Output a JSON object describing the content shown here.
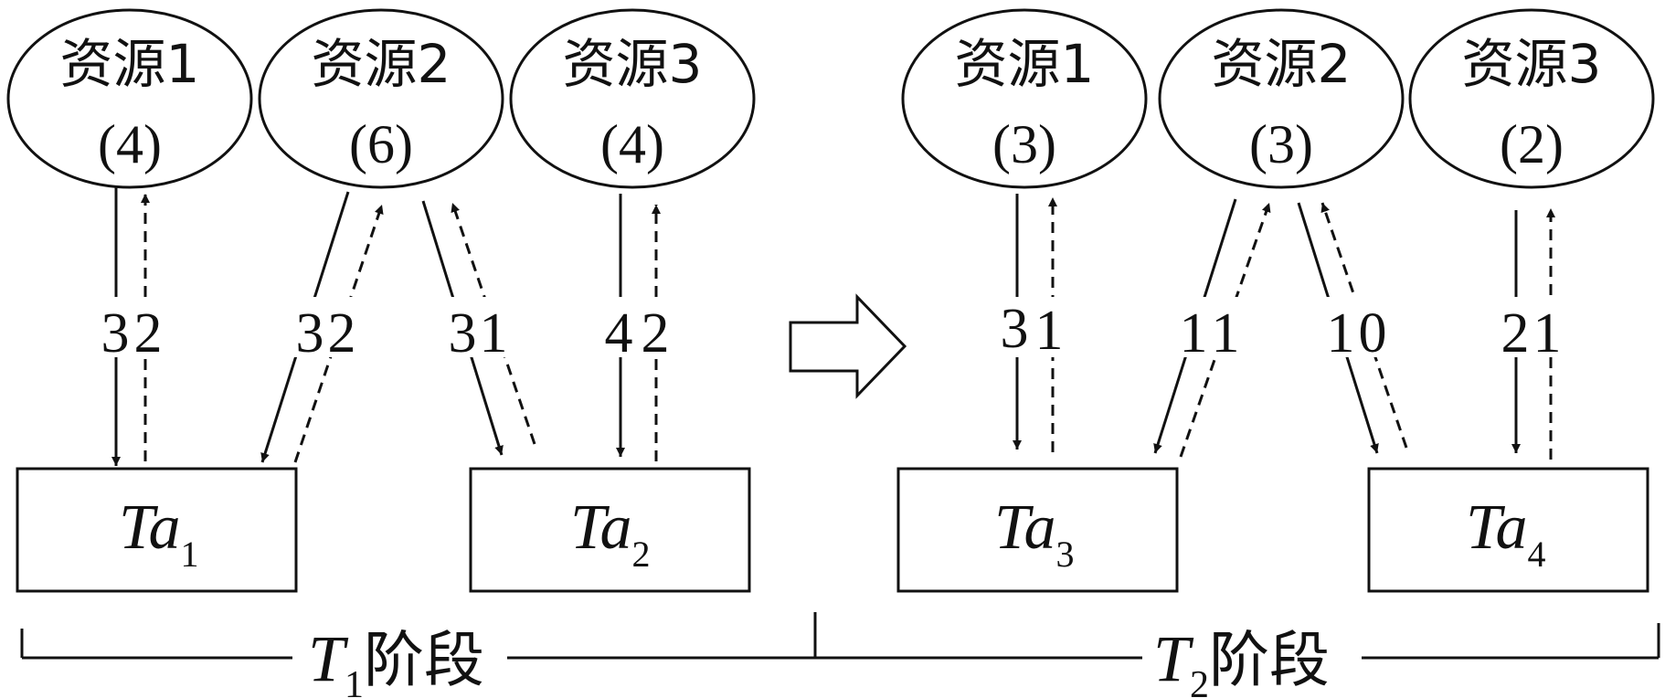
{
  "stages": [
    {
      "label": {
        "var": "T",
        "sub": "1",
        "suffix": "阶段"
      },
      "resources": [
        {
          "name": "资源1",
          "capacity": "(4)"
        },
        {
          "name": "资源2",
          "capacity": "(6)"
        },
        {
          "name": "资源3",
          "capacity": "(4)"
        }
      ],
      "tasks": [
        {
          "var": "Ta",
          "sub": "1"
        },
        {
          "var": "Ta",
          "sub": "2"
        }
      ],
      "links": [
        {
          "down": "3",
          "up": "2"
        },
        {
          "down": "3",
          "up": "2"
        },
        {
          "down": "3",
          "up": "1"
        },
        {
          "down": "4",
          "up": "2"
        }
      ]
    },
    {
      "label": {
        "var": "T",
        "sub": "2",
        "suffix": "阶段"
      },
      "resources": [
        {
          "name": "资源1",
          "capacity": "(3)"
        },
        {
          "name": "资源2",
          "capacity": "(3)"
        },
        {
          "name": "资源3",
          "capacity": "(2)"
        }
      ],
      "tasks": [
        {
          "var": "Ta",
          "sub": "3"
        },
        {
          "var": "Ta",
          "sub": "4"
        }
      ],
      "links": [
        {
          "down": "3",
          "up": "1"
        },
        {
          "down": "1",
          "up": "1"
        },
        {
          "down": "1",
          "up": "0"
        },
        {
          "down": "2",
          "up": "1"
        }
      ]
    }
  ]
}
